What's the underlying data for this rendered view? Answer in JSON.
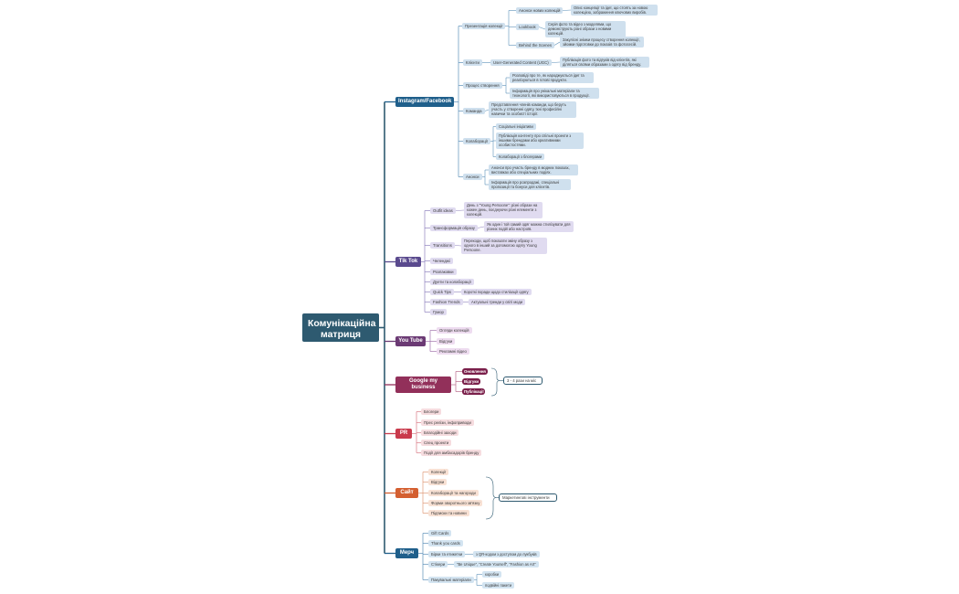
{
  "root": {
    "label": "Комунікаційна матриця"
  },
  "colors": {
    "root": "#2e5a70",
    "instagram": "#1f5f8b",
    "instagram_node": "#cfe0ee",
    "instagram_line": "#5b8fb8",
    "tiktok": "#5a4a8e",
    "tiktok_node": "#e0dbf0",
    "tiktok_line": "#8f82bd",
    "youtube": "#6b3a74",
    "youtube_node": "#eedcf0",
    "youtube_line": "#a274ad",
    "gmb": "#92305a",
    "gmb_tag": "#7a1f4a",
    "gmb_line": "#b86a8c",
    "pr": "#c93a4c",
    "pr_node": "#f6dcdf",
    "pr_line": "#d97a86",
    "site": "#d45f30",
    "site_node": "#f8e1d4",
    "site_line": "#e09a78",
    "merch": "#1f5f8b",
    "merch_node": "#d3e4f1",
    "merch_line": "#5b8fb8"
  },
  "instagram": {
    "label": "Instagram/Facebook",
    "presentation": {
      "label": "Презентація колекції",
      "new_collections": {
        "label": "Анонси нових колекцій",
        "desc": "Опис концепції та ідеї, що стоять за новою колекцією, зображення ключових виробів."
      },
      "lookbook": {
        "label": "Lookbook",
        "desc": "Серія фото та відео з моделями, що демонструють різні образи з новими колекцій."
      },
      "behind": {
        "label": "Behind the Scenes",
        "desc": "Закулісні знімки процесу створення колекції, зйомки підготовки до показів та фотосесій."
      }
    },
    "clients": {
      "label": "Клієнти",
      "ugc": {
        "label": "User-Generated Content (UGC)",
        "desc": "Публікація фото та відгуків від клієнтів, які діляться своїми образами з одягу від бренду."
      }
    },
    "creation": {
      "label": "Процес створення",
      "desc1": "Розповіді про те, як народжуються ідеї та реалізуються в готові продукти.",
      "desc2": "Інформація про унікальні матеріали та технології, які використовуються в продукції."
    },
    "team": {
      "label": "Команда",
      "desc": "Представлення членів команди, що беруть участь у створенні одягу, їхні професійні навички та особисті історії."
    },
    "collabs": {
      "label": "Колаборації",
      "items": [
        "Соціальні ініціативи",
        "Публікація контенту про спільні проекти з іншими брендами або креативними особистостями.",
        "Колаборації з блогерами"
      ]
    },
    "announcements": {
      "label": "Анонси",
      "items": [
        "Анонси про участь бренду в модних показах, виставках або спеціальних подіях.",
        "Інформація про розпродажі, спеціальні пропозиції та бонуси для клієнтів."
      ]
    }
  },
  "tiktok": {
    "label": "Tik Tok",
    "outfit": {
      "label": "Outfit ideas",
      "desc": "День з \"Young Persoone\": різні образи на кожен день, поєднуючи різні елементи з колекцій."
    },
    "transform": {
      "label": "Трансформація образу",
      "desc": "Як один і той самий одяг можна стилізувати для різних подій або настроїв."
    },
    "transitions": {
      "label": "Transitions",
      "desc": "Переходи, щоб показати зміну образу з одного в інший за допомогою одягу Young Persoone."
    },
    "challenges": {
      "label": "Челенджі"
    },
    "unboxing": {
      "label": "Розпаковки"
    },
    "duets": {
      "label": "Дуети та колаборації"
    },
    "quick": {
      "label": "Quick Tips",
      "desc": "Короткі поради щодо стилізації одягу"
    },
    "trends": {
      "label": "Fashion Trends",
      "desc": "Актуальні тренди у світі моди"
    },
    "humor": {
      "label": "Гумор"
    }
  },
  "youtube": {
    "label": "You Tube",
    "items": [
      "Огляди колекцій",
      "Відгуки",
      "Рекламні відео"
    ]
  },
  "gmb": {
    "label": "Google my business",
    "tags": [
      "Оновлення",
      "Відгуки",
      "Публікації"
    ],
    "note": "3 - 4 рази на міс"
  },
  "pr": {
    "label": "PR",
    "items": [
      "Блогери",
      "Прес релізи, інфоприводи",
      "Благодійні заходи",
      "Спец проекти",
      "Події для амбасадорів бренду"
    ]
  },
  "site": {
    "label": "Сайт",
    "items": [
      "Колекції",
      "Відгуки",
      "Колаборації та нагороди",
      "Форми зворотнього зв'язку",
      "Підписки та новини"
    ],
    "note": "Маркетингові інструменти"
  },
  "merch": {
    "label": "Мерч",
    "items": [
      "Gift Cards",
      "Thank you cards"
    ],
    "tags": {
      "label": "Бірки та етикетки",
      "desc": "з QR-кодом з доступом до лукбуків"
    },
    "stickers": {
      "label": "Стікери",
      "desc": "\"Be Unique\", \"Create Yourself\", \"Fashion as Art\""
    },
    "packaging": {
      "label": "Пакувальні матеріали",
      "items": [
        "коробки",
        "подвійні пакети"
      ]
    }
  }
}
